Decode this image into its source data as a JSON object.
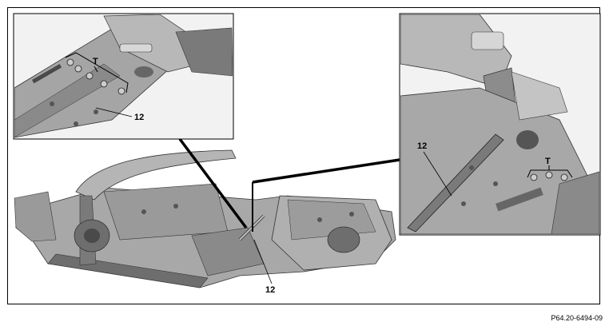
{
  "callouts": {
    "part_number": "12",
    "fastener_letter": "T"
  },
  "figure_code": "P64.20-6494-09",
  "colors": {
    "metal_light": "#bdbdbd",
    "metal_mid": "#9a9a9a",
    "metal_dark": "#6e6e6e",
    "metal_shadow": "#4a4a4a",
    "background_shade": "#e6e6e6"
  }
}
